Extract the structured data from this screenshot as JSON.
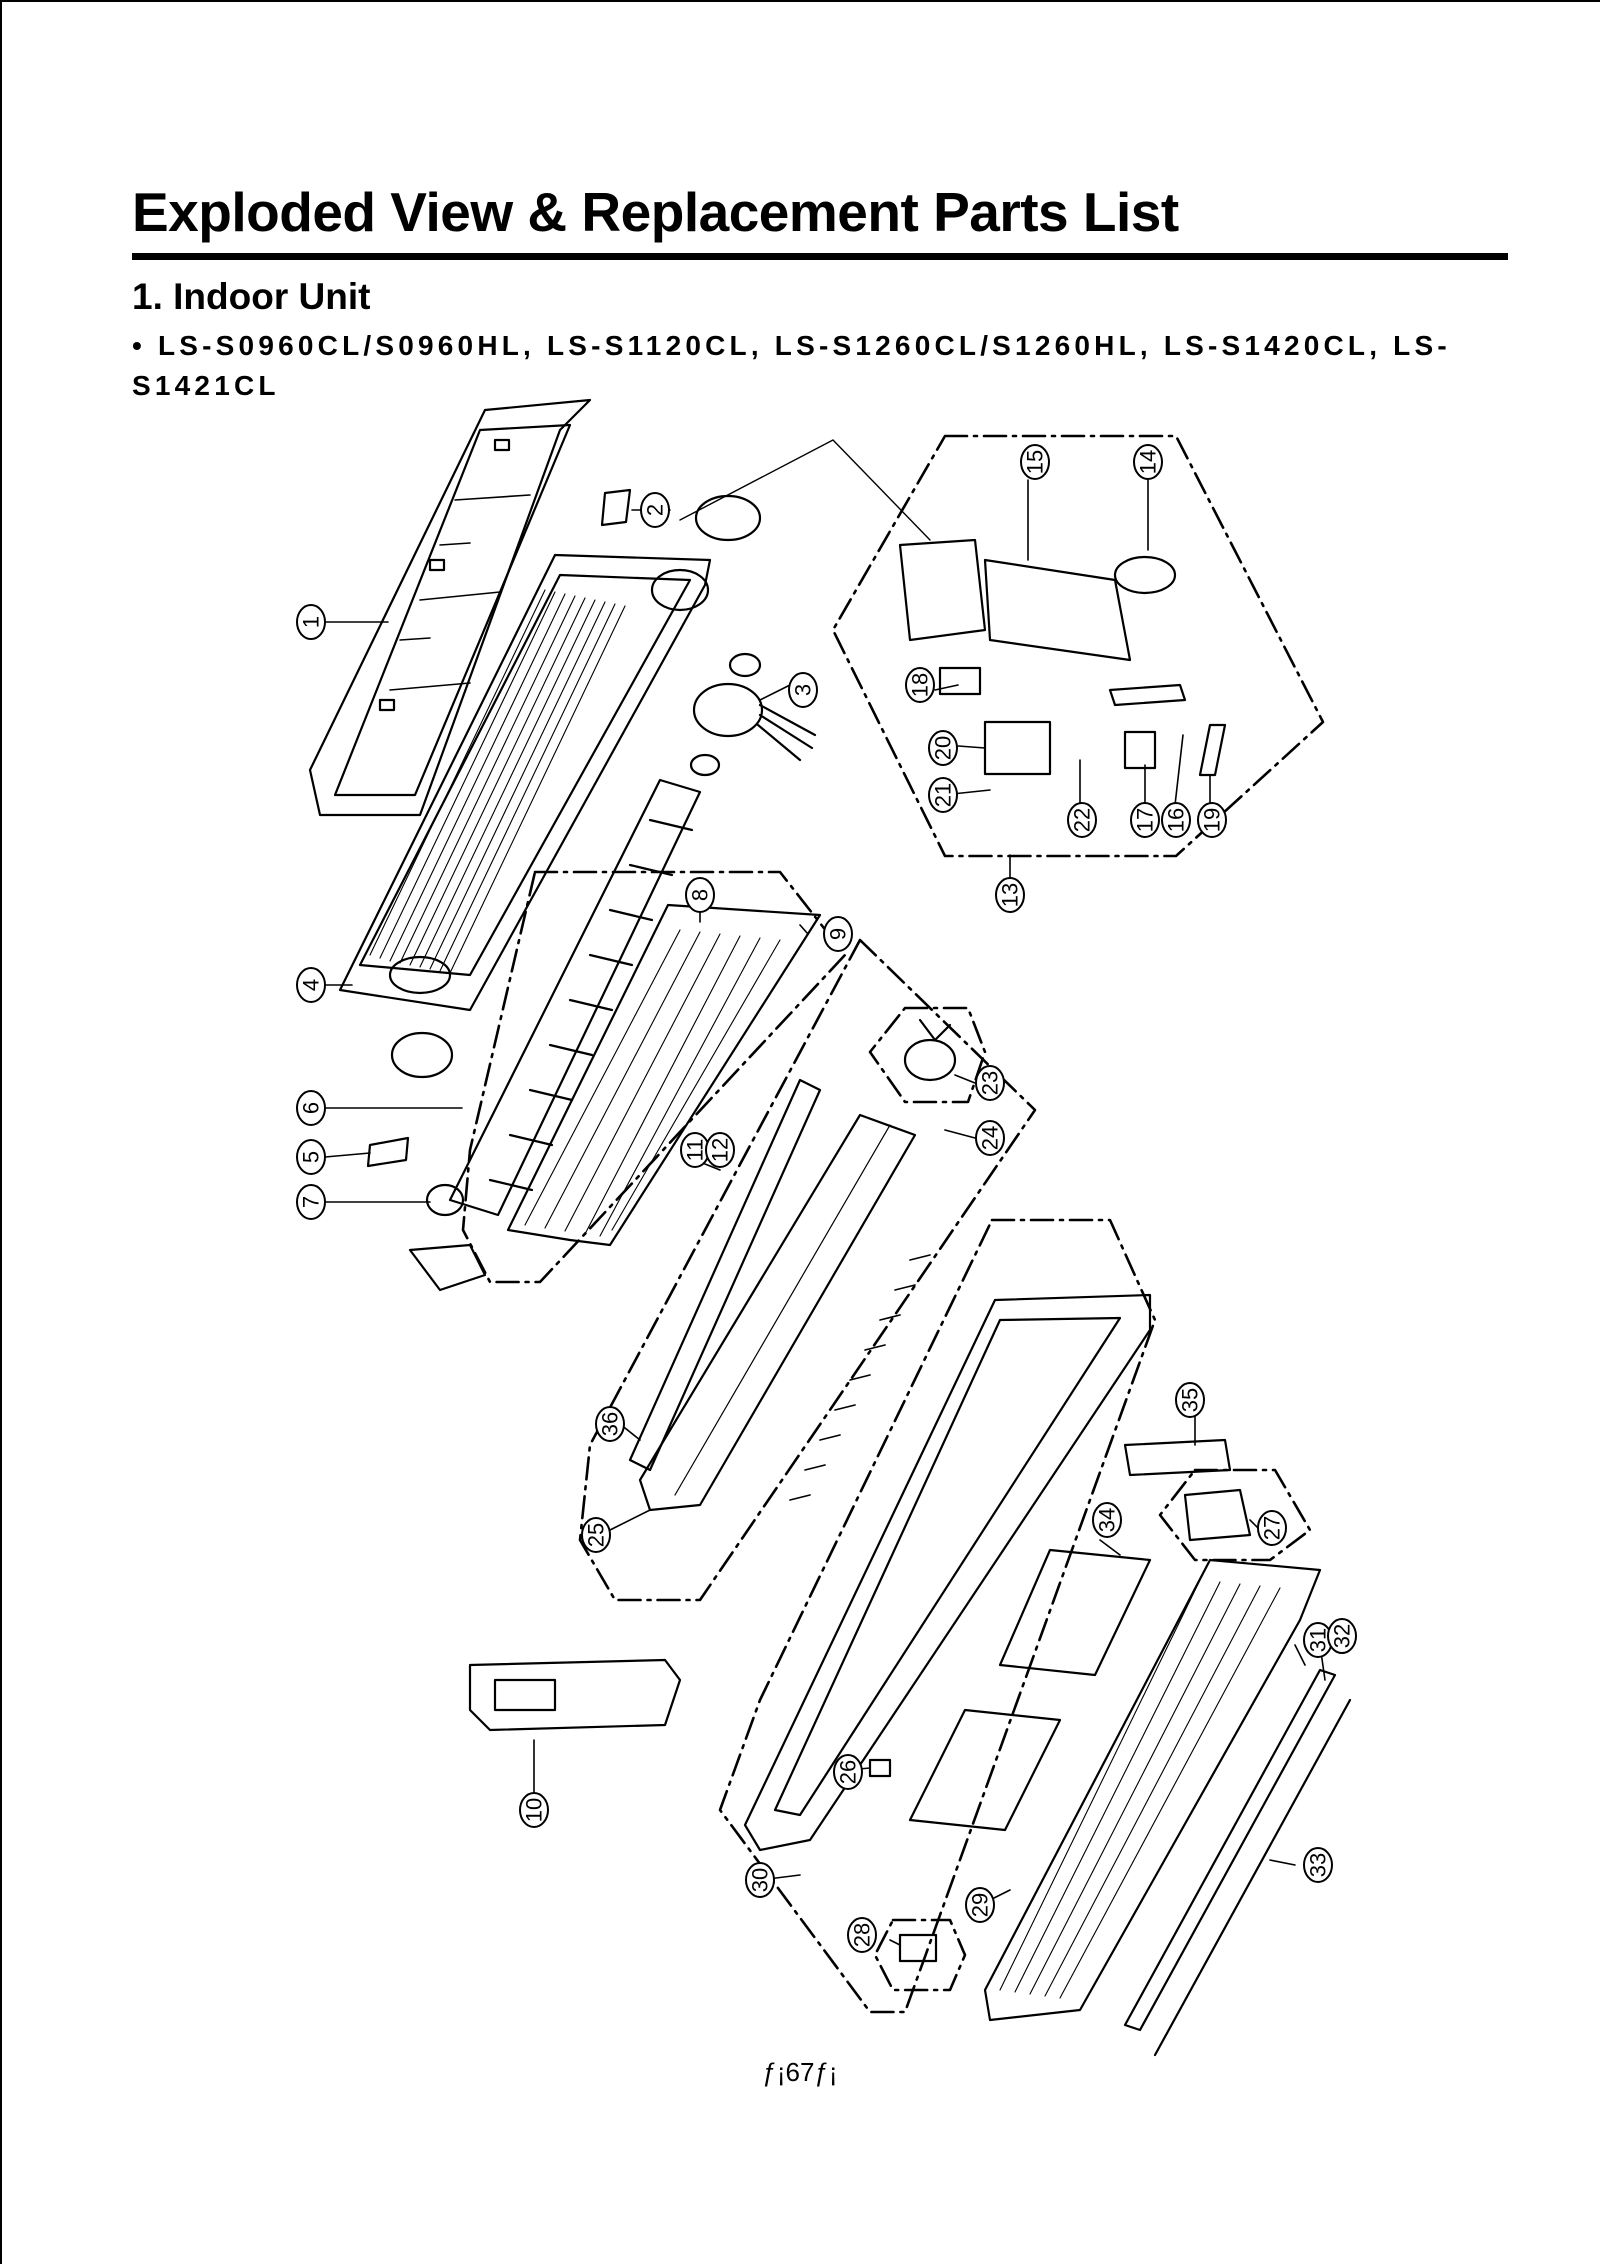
{
  "title": "Exploded View & Replacement Parts List",
  "section": "1. Indoor Unit",
  "models": "• LS-S0960CL/S0960HL, LS-S1120CL, LS-S1260CL/S1260HL, LS-S1420CL, LS-S1421CL",
  "page_number": "ƒ¡67ƒ¡",
  "callouts": [
    "1",
    "2",
    "3",
    "4",
    "5",
    "6",
    "7",
    "8",
    "9",
    "10",
    "11",
    "12",
    "13",
    "14",
    "15",
    "16",
    "17",
    "18",
    "19",
    "20",
    "21",
    "22",
    "23",
    "24",
    "25",
    "26",
    "27",
    "28",
    "29",
    "30",
    "31",
    "32",
    "33",
    "34",
    "35",
    "36"
  ],
  "colors": {
    "ink": "#000000",
    "paper": "#ffffff"
  }
}
